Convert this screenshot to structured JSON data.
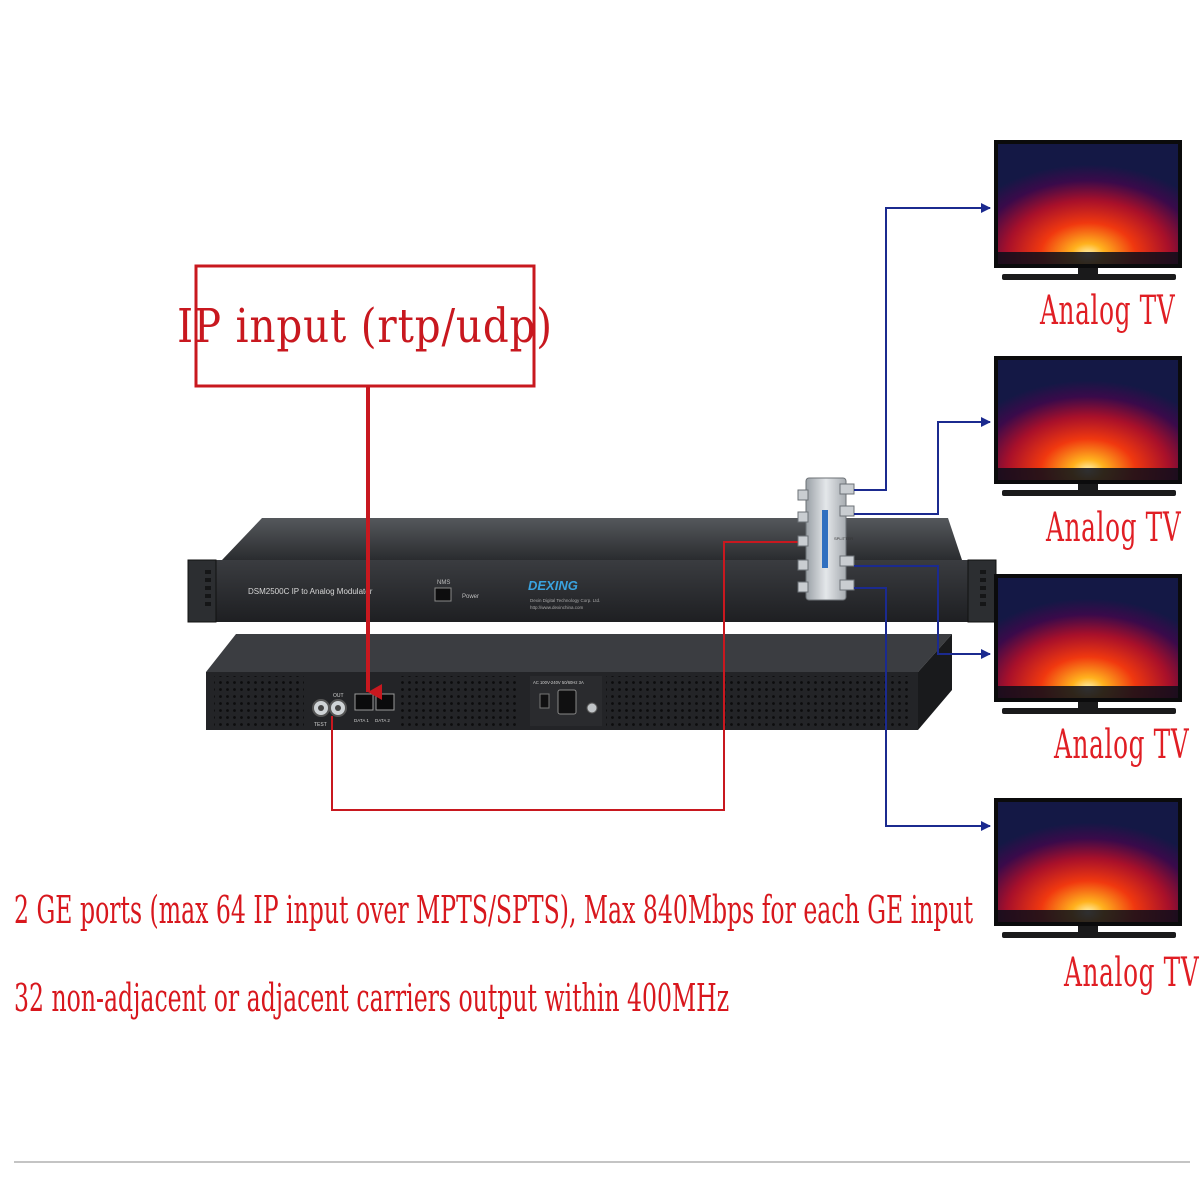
{
  "diagram": {
    "ip_input_label": "IP input (rtp/udp)",
    "device": {
      "model_label": "DSM2500C IP to Analog Modulator",
      "brand_logo_text": "DEXING",
      "front_port_label": "NMS",
      "power_label": "Power",
      "company_text": "Dexin Digital Technology Corp. Ltd.",
      "website_text": "http://www.dexinchina.com",
      "rear_port_labels": [
        "DATA 1",
        "DATA 2"
      ],
      "rf_labels": [
        "TEST",
        "OUT"
      ],
      "ac_label": "AC 100V-240V 50/60Hz 3A"
    },
    "splitter_label": "SPLITTER",
    "tvs": [
      {
        "label": "Analog TV"
      },
      {
        "label": "Analog TV"
      },
      {
        "label": "Analog TV"
      },
      {
        "label": "Analog TV"
      }
    ],
    "spec_lines": [
      "2 GE ports (max 64 IP input over MPTS/SPTS), Max 840Mbps for each GE input",
      "32 non-adjacent or adjacent carriers output within 400MHz"
    ],
    "colors": {
      "red_line": "#c8181f",
      "blue_line": "#1b2a8f",
      "label_red": "#e01e24"
    }
  }
}
